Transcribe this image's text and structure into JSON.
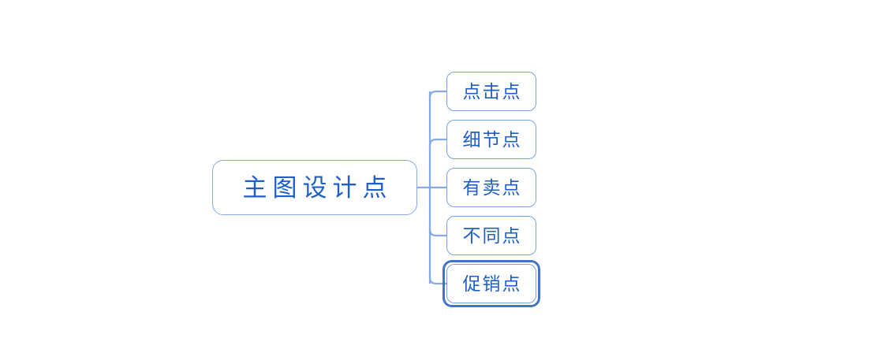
{
  "diagram": {
    "type": "mind-map",
    "background_color": "#ffffff",
    "node_border_color": "#7ca3dd",
    "node_text_color": "#1f5fc4",
    "connector_color": "#86abe2",
    "selection_color": "#4472c4",
    "root": {
      "label": "主图设计点"
    },
    "children": [
      {
        "label": "点击点",
        "selected": false
      },
      {
        "label": "细节点",
        "selected": false
      },
      {
        "label": "有卖点",
        "selected": false
      },
      {
        "label": "不同点",
        "selected": false
      },
      {
        "label": "促销点",
        "selected": true
      }
    ]
  }
}
